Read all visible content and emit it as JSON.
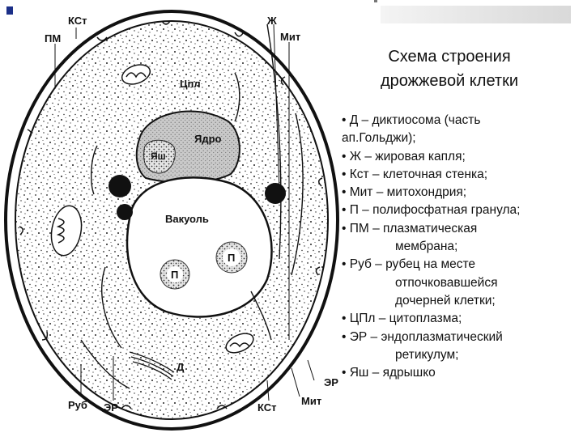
{
  "title_line1": "Схема строения",
  "title_line2": "дрожжевой клетки",
  "labels": {
    "kst_top": "КСт",
    "pm": "ПМ",
    "zh": "Ж",
    "mit_top": "Мит",
    "cpl": "Цпл",
    "yadro": "Ядро",
    "yash": "Яш",
    "vakuol": "Вакуоль",
    "p1": "П",
    "p2": "П",
    "d": "Д",
    "er_right": "ЭР",
    "rub": "Руб",
    "er_bottom": "ЭР",
    "kst_bottom": "КСт",
    "mit_bottom": "Мит"
  },
  "legend": [
    {
      "first": "• Д – диктиосома (часть",
      "cont": "ап.Гольджи);",
      "cont_indent": false
    },
    {
      "first": "• Ж – жировая капля;"
    },
    {
      "first": "• Кст – клеточная стенка;"
    },
    {
      "first": "•  Мит – митохондрия;"
    },
    {
      "first": "• П – полифосфатная гранула;"
    },
    {
      "first": "• ПМ – плазматическая",
      "cont": "мембрана;",
      "cont_indent": true
    },
    {
      "first": "• Руб – рубец на месте",
      "cont": "отпочковавшейся\nдочерней клетки;",
      "cont_indent": true
    },
    {
      "first": "• ЦПл – цитоплазма;"
    },
    {
      "first": "• ЭР – эндоплазматический",
      "cont": "ретикулум;",
      "cont_indent": true
    },
    {
      "first": "• Яш – ядрышко"
    }
  ]
}
